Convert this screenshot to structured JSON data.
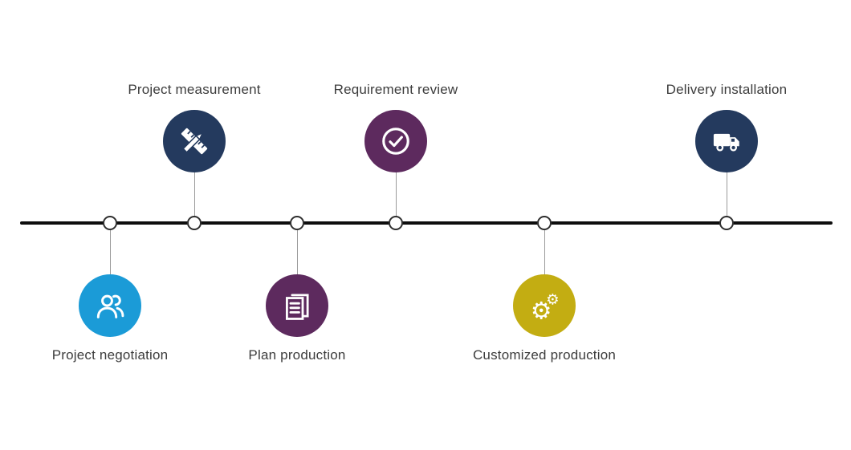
{
  "diagram": {
    "type": "timeline-process",
    "timeline_color": "#0d0d0d",
    "background": "#ffffff",
    "steps": [
      {
        "label": "Project negotiation",
        "icon": "users-icon",
        "color": "#1b9bd7",
        "position": "below"
      },
      {
        "label": "Project measurement",
        "icon": "ruler-pencil-icon",
        "color": "#243a5e",
        "position": "above"
      },
      {
        "label": "Plan production",
        "icon": "document-icon",
        "color": "#5d2a5e",
        "position": "below"
      },
      {
        "label": "Requirement review",
        "icon": "check-circle-icon",
        "color": "#5d2a5e",
        "position": "above"
      },
      {
        "label": "Customized production",
        "icon": "gears-icon",
        "color": "#c3ad12",
        "position": "below"
      },
      {
        "label": "Delivery installation",
        "icon": "truck-icon",
        "color": "#243a5e",
        "position": "above"
      }
    ]
  }
}
